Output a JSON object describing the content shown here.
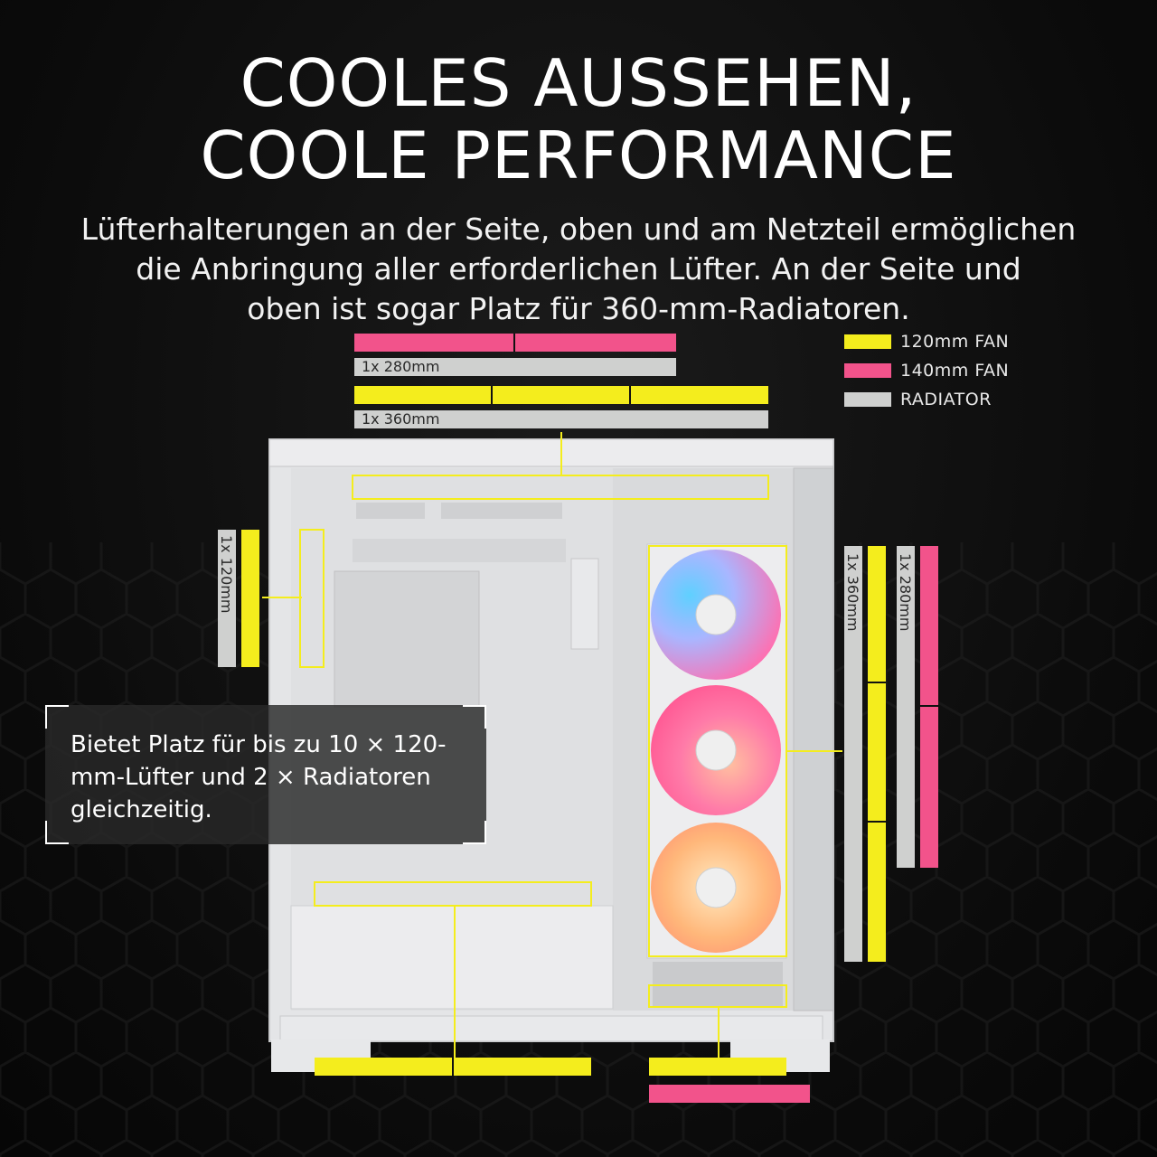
{
  "headline": {
    "line1": "COOLES AUSSEHEN,",
    "line2": "COOLE PERFORMANCE"
  },
  "subtext": {
    "line1": "Lüfterhalterungen an der Seite, oben und am Netzteil ermöglichen",
    "line2": "die Anbringung aller erforderlichen Lüfter. An der Seite und",
    "line3": "oben ist sogar Platz für 360-mm-Radiatoren."
  },
  "legend": [
    {
      "label": "120mm FAN",
      "color": "#f4ed1d"
    },
    {
      "label": "140mm FAN",
      "color": "#f2538b"
    },
    {
      "label": "RADIATOR",
      "color": "#cfd0cf"
    }
  ],
  "top_mounts": {
    "radiator_280_label": "1x 280mm",
    "radiator_360_label": "1x 360mm"
  },
  "rear_mount": {
    "radiator_label": "1x 120mm"
  },
  "side_mounts": {
    "radiator_360_label": "1x 360mm",
    "radiator_280_label": "1x 280mm"
  },
  "callout": {
    "text": "Bietet Platz für bis zu 10 × 120-mm-Lüfter und 2 × Radiatoren gleichzeitig."
  },
  "colors": {
    "fan_120": "#f4ed1d",
    "fan_140": "#f2538b",
    "radiator": "#cfd0cf",
    "case": "#e9eaec"
  }
}
